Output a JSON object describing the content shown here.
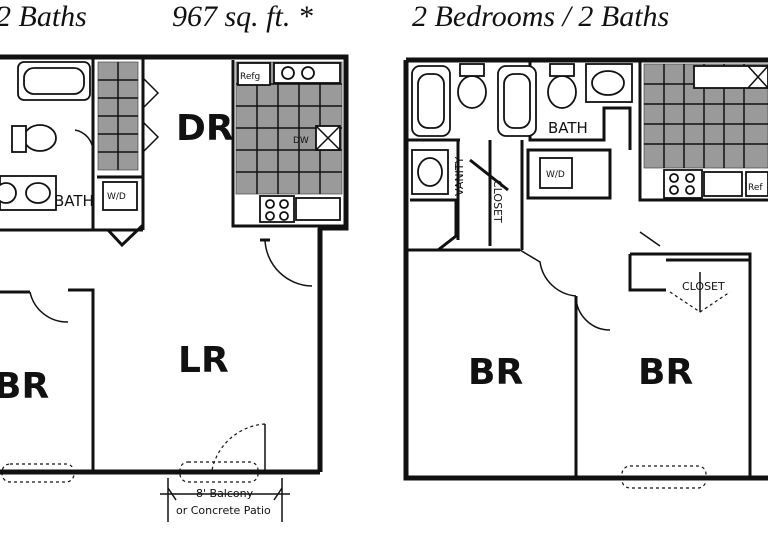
{
  "headings": {
    "left_suffix": "2 Baths",
    "area": "967 sq. ft. *",
    "right": "2 Bedrooms / 2 Baths"
  },
  "left_plan": {
    "dining": "DR",
    "living": "LR",
    "bedroom_partial": "BR",
    "bath": "BATH",
    "washer_dryer": "W/D",
    "fridge": "Refg",
    "dishwasher": "DW",
    "balcony_line1": "8' Balcony",
    "balcony_line2": "or Concrete Patio"
  },
  "right_plan": {
    "bath": "BATH",
    "vanity": "VANITY",
    "closet_vertical": "CLOSET",
    "closet": "CLOSET",
    "washer_dryer": "W/D",
    "bedroom_1": "BR",
    "bedroom_2": "BR",
    "fridge": "Ref"
  },
  "colors": {
    "ink": "#111111",
    "tile": "#9a9a9a",
    "paper": "#ffffff"
  }
}
